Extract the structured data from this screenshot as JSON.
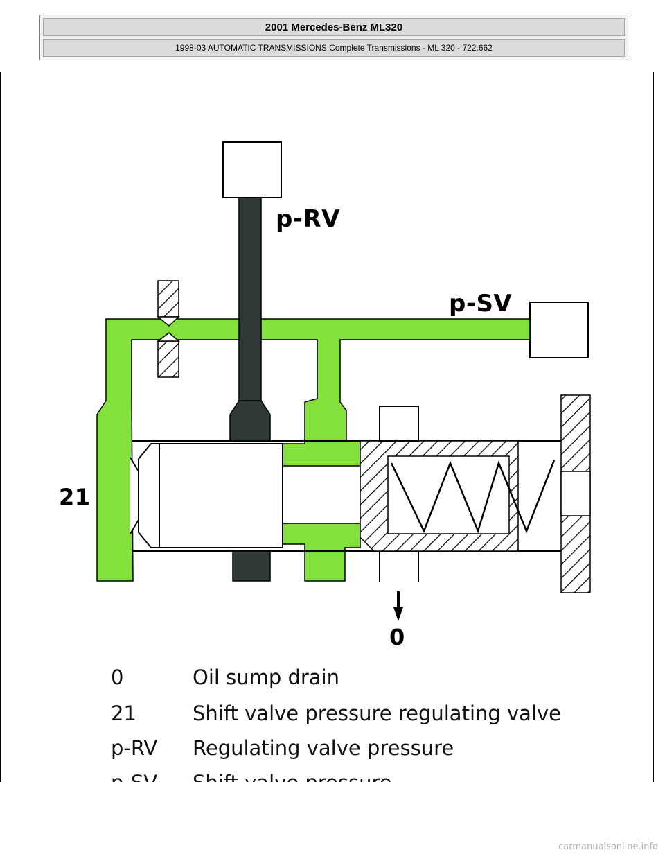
{
  "header": {
    "title": "2001 Mercedes-Benz ML320",
    "subtitle": "1998-03 AUTOMATIC TRANSMISSIONS Complete Transmissions - ML 320 - 722.662"
  },
  "diagram": {
    "labels": {
      "p_rv": "p-RV",
      "p_sv": "p-SV",
      "valve": "21",
      "drain": "0"
    },
    "colors": {
      "oil": "#84e03a",
      "plunger": "#2f3a38",
      "outline": "#000000"
    }
  },
  "legend": [
    {
      "code": "0",
      "text": "Oil sump drain"
    },
    {
      "code": "21",
      "text": "Shift valve pressure regulating valve"
    },
    {
      "code": "p-RV",
      "text": "Regulating valve pressure"
    },
    {
      "code": "p-SV",
      "text": "Shift valve pressure"
    }
  ],
  "footer": "carmanualsonline.info"
}
